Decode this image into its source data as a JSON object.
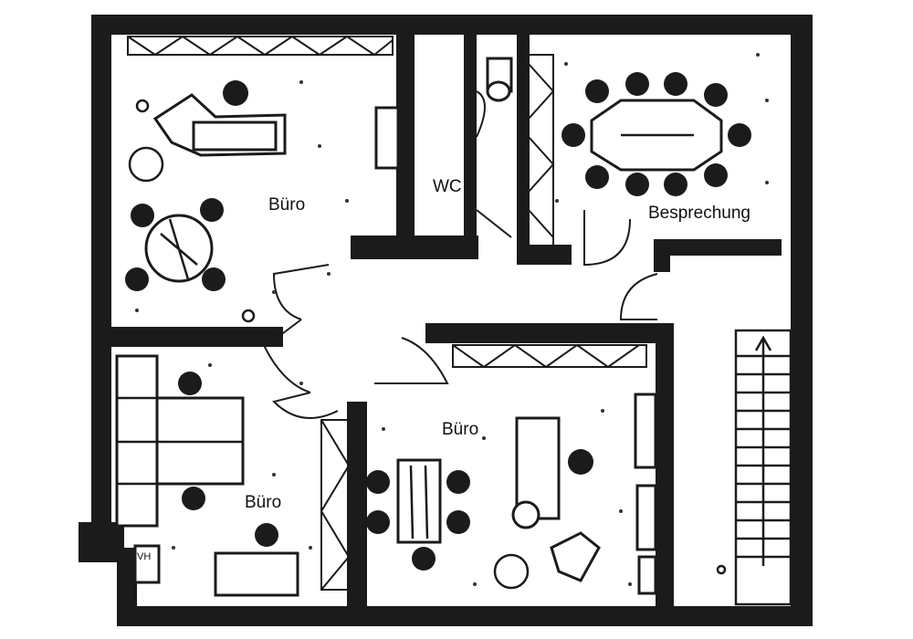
{
  "rooms": {
    "office_top_left": "Büro",
    "wc": "WC",
    "meeting": "Besprechung",
    "office_bottom_left": "Büro",
    "office_bottom_right": "Büro"
  },
  "fixtures": {
    "distribution_box": "VH"
  },
  "colors": {
    "ink": "#1b1b1b",
    "paper": "#ffffff"
  }
}
